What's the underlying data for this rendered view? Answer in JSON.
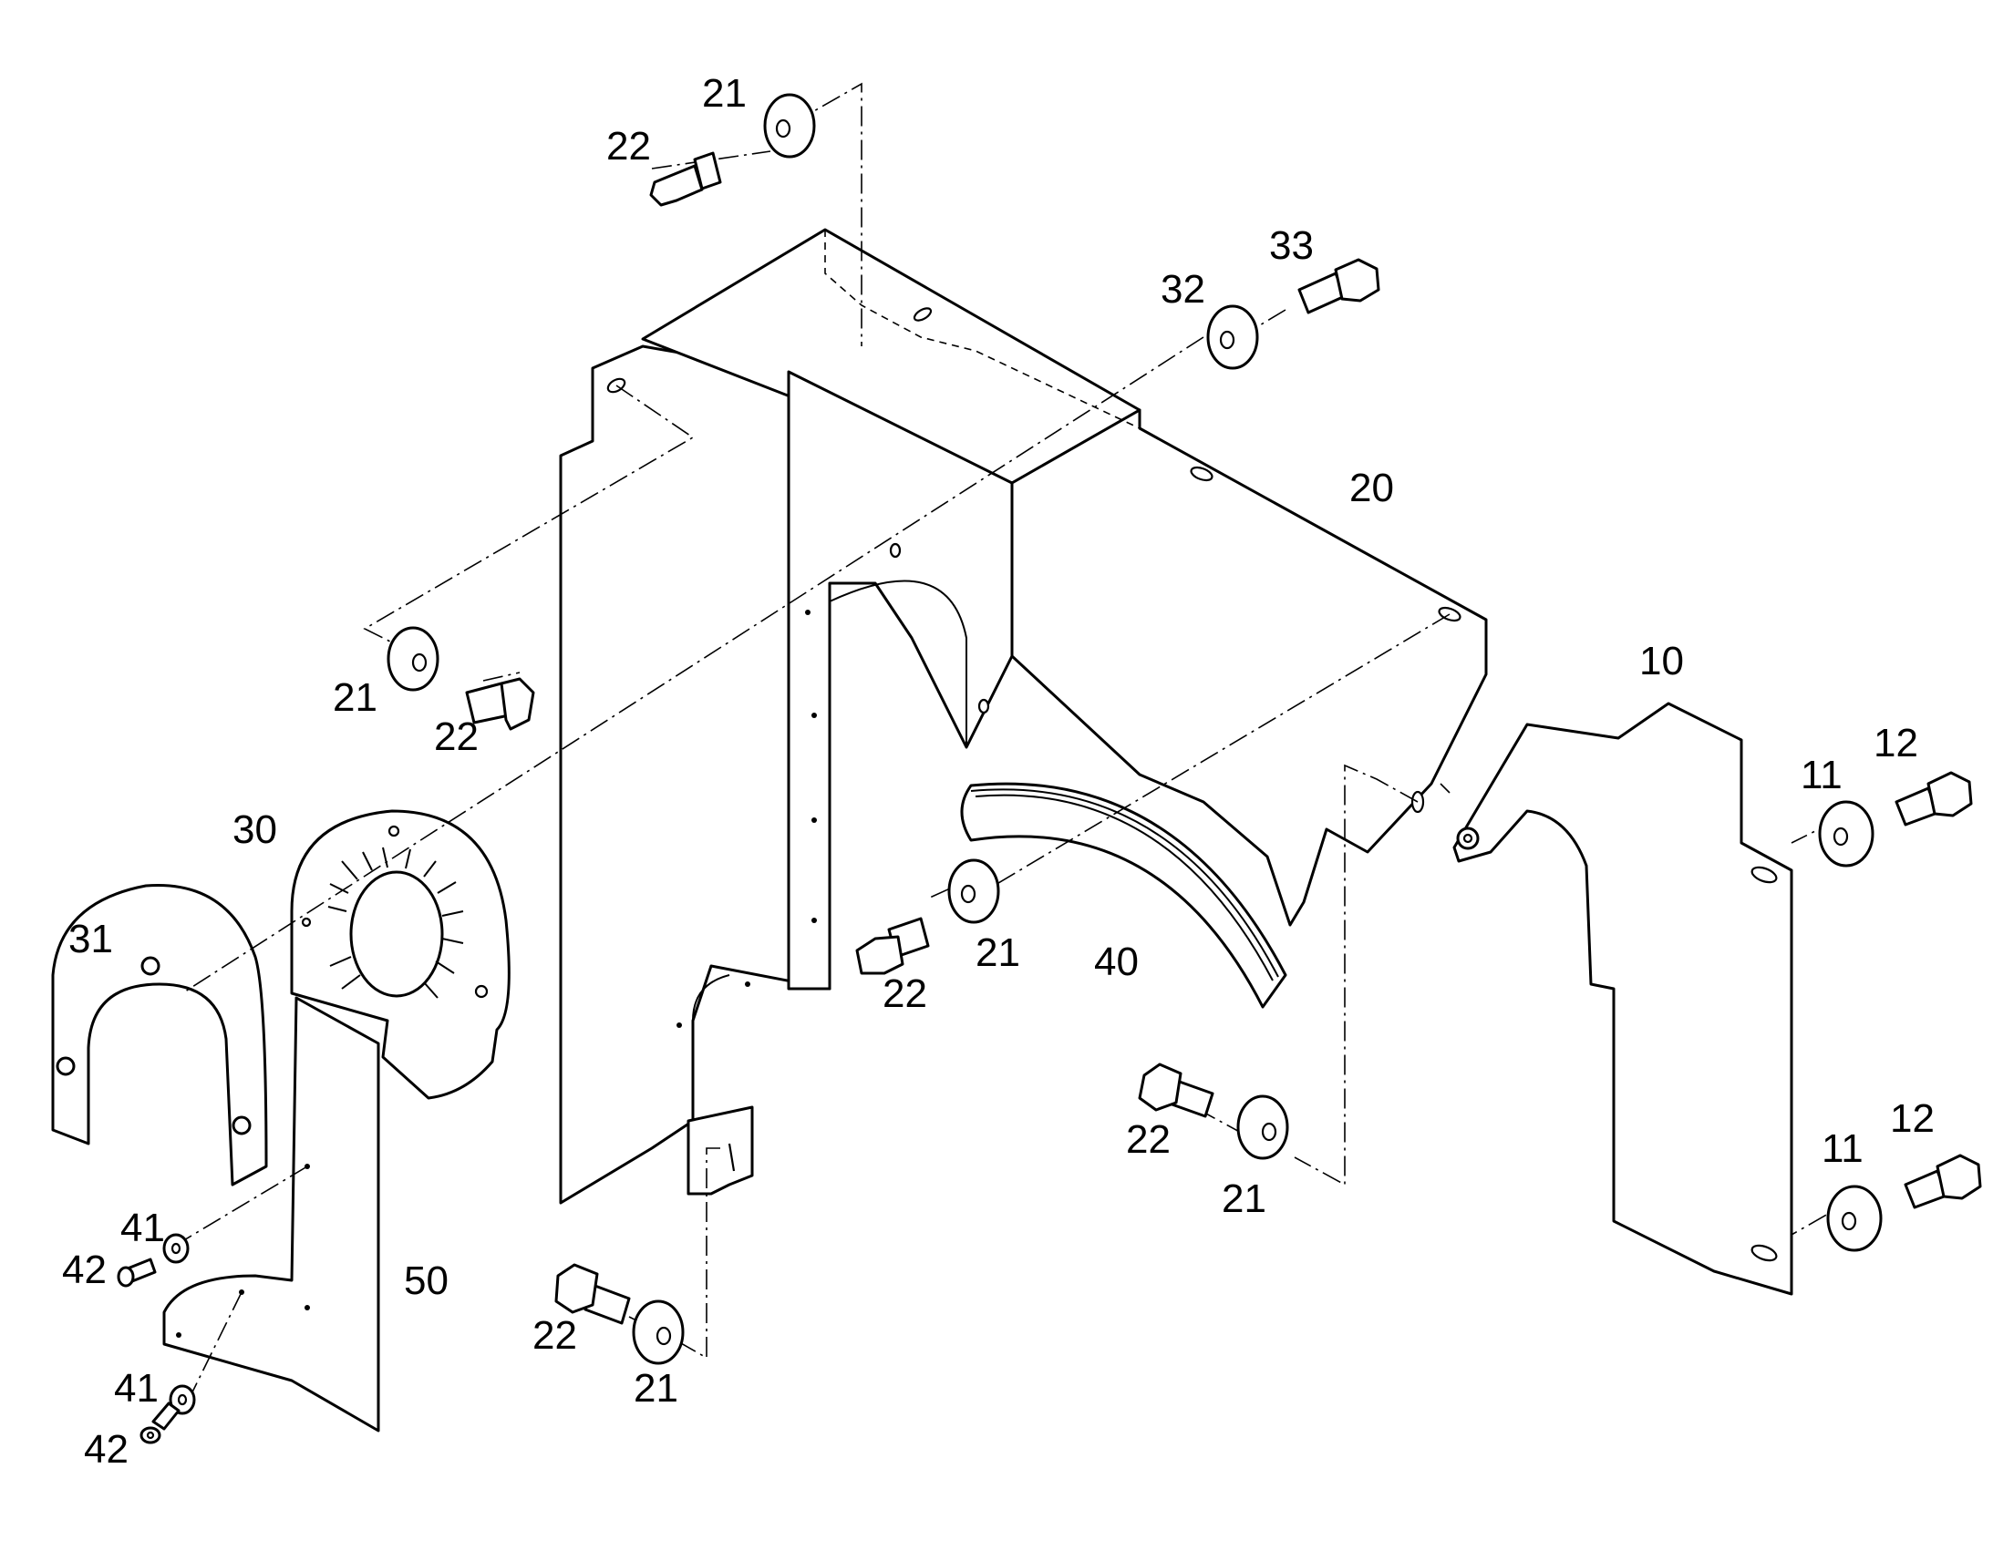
{
  "labels": {
    "l21_a": "21",
    "l22_a": "22",
    "l33": "33",
    "l32": "32",
    "l20": "20",
    "l21_b": "21",
    "l22_b": "22",
    "l10": "10",
    "l11_a": "11",
    "l12_a": "12",
    "l30": "30",
    "l31": "31",
    "l21_c": "21",
    "l22_c": "22",
    "l40": "40",
    "l22_d": "22",
    "l21_d": "21",
    "l11_b": "11",
    "l12_b": "12",
    "l41_a": "41",
    "l42_a": "42",
    "l50": "50",
    "l22_e": "22",
    "l21_e": "21",
    "l41_b": "41",
    "l42_b": "42"
  }
}
